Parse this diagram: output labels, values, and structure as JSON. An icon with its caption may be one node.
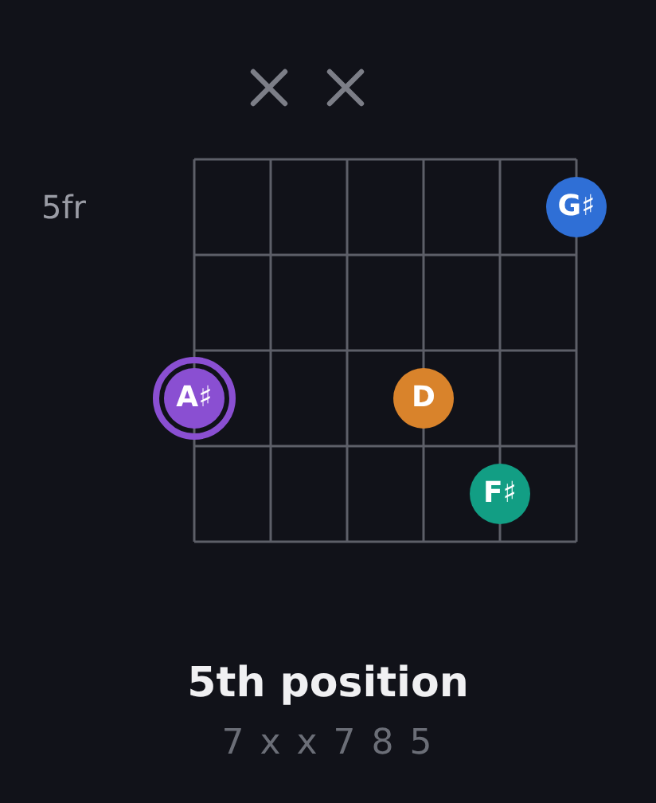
{
  "diagram": {
    "title": "5th position",
    "nodes": [
      {
        "text": [
          "G♯"
        ]
      },
      {
        "text": [
          "A♯"
        ]
      },
      {
        "text": [
          "D"
        ]
      },
      {
        "text": [
          "F♯"
        ]
      }
    ],
    "labels": [
      "5fr",
      "7 x x 7 8 5"
    ]
  }
}
